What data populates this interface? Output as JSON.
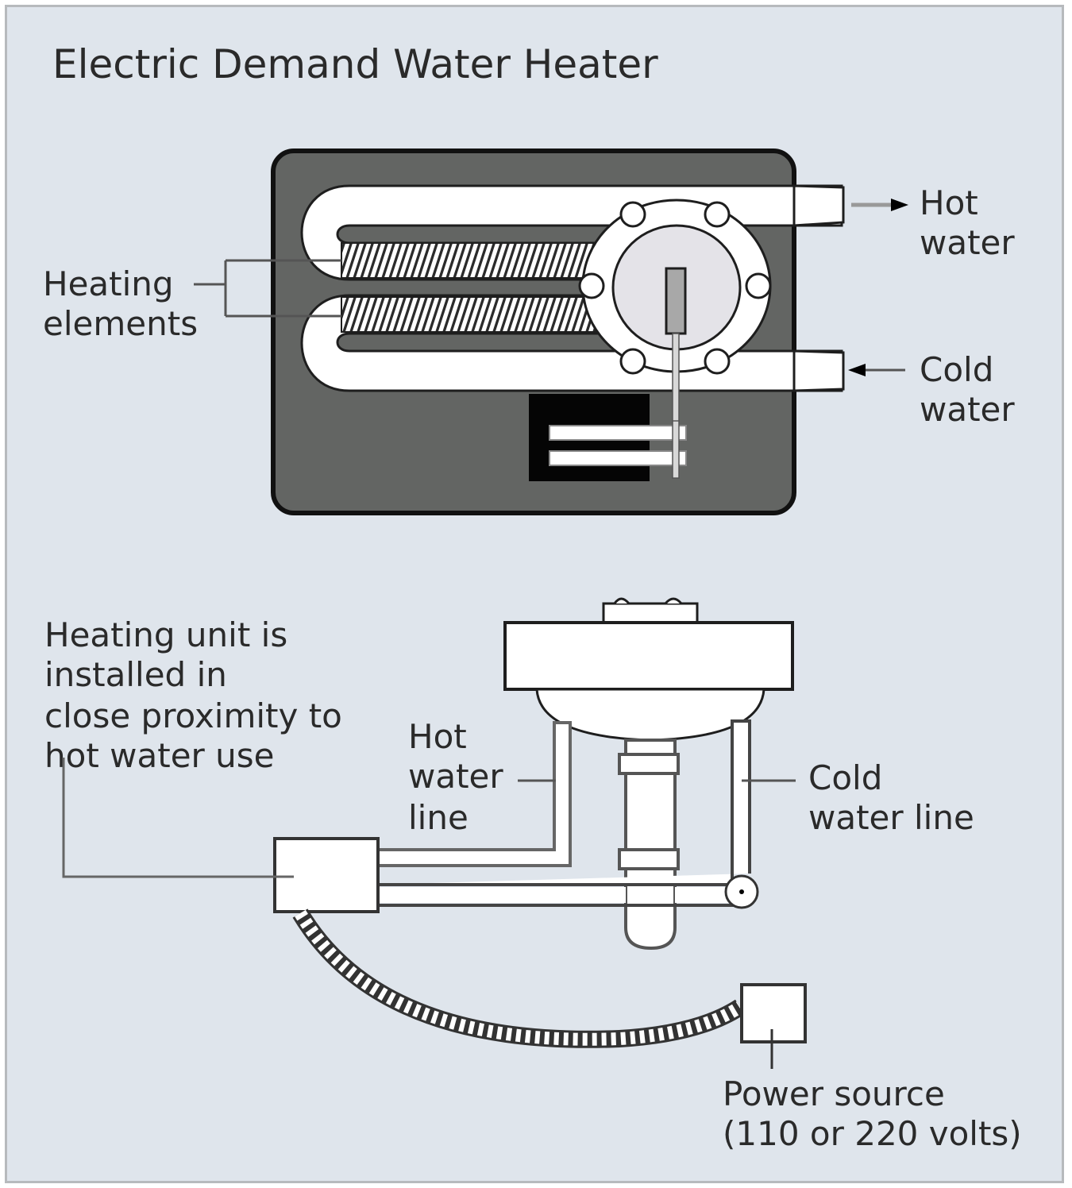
{
  "title": "Electric Demand Water Heater",
  "colors": {
    "background": "#dfe5ec",
    "frame_border": "#b7babd",
    "unit_body": "#636563",
    "pipe": "#ffffff",
    "outline": "#1e1e1e",
    "flange_face": "#e4e3e8",
    "control_box": "#050505"
  },
  "top_diagram": {
    "labels": {
      "heating_elements": [
        "Heating",
        "elements"
      ],
      "hot_water": [
        "Hot",
        "water"
      ],
      "cold_water": [
        "Cold",
        "water"
      ]
    },
    "flow": {
      "hot_water": "out",
      "cold_water": "in"
    }
  },
  "bottom_diagram": {
    "labels": {
      "heating_unit_note": [
        "Heating unit is",
        "installed in",
        "close proximity to",
        "hot water use"
      ],
      "hot_water_line": [
        "Hot",
        "water",
        "line"
      ],
      "cold_water_line": [
        "Cold",
        "water line"
      ],
      "power_source": [
        "Power source",
        "(110 or 220 volts)"
      ]
    }
  }
}
